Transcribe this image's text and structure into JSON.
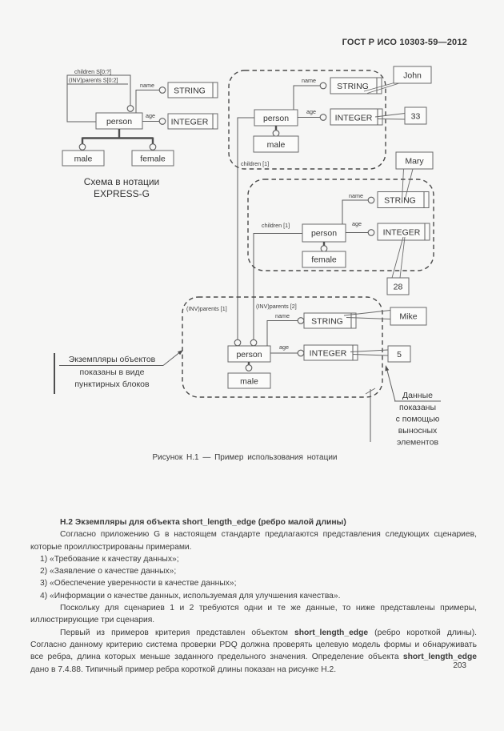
{
  "header": {
    "standard": "ГОСТ Р ИСО 10303-59—2012"
  },
  "figure": {
    "schema": {
      "relation_children": "children S[0:?]",
      "relation_parents": "(INV)parents S[0:2]",
      "attr_name": "name",
      "attr_age": "age",
      "entity_person": "person",
      "type_string": "STRING",
      "type_integer": "INTEGER",
      "entity_male": "male",
      "entity_female": "female",
      "caption_line1": "Схема в нотации",
      "caption_line2": "EXPRESS-G"
    },
    "instance1": {
      "person": "person",
      "male": "male",
      "attr_name": "name",
      "attr_age": "age",
      "type_string": "STRING",
      "type_integer": "INTEGER",
      "name_value": "John",
      "age_value": "33",
      "relation": "children [1]"
    },
    "instance2": {
      "person": "person",
      "female": "female",
      "attr_name": "name",
      "attr_age": "age",
      "type_string": "STRING",
      "type_integer": "INTEGER",
      "name_value": "Mary",
      "age_value": "28",
      "relation": "children [1]"
    },
    "instance3": {
      "person": "person",
      "male": "male",
      "attr_name": "name",
      "attr_age": "age",
      "type_string": "STRING",
      "type_integer": "INTEGER",
      "name_value": "Mike",
      "age_value": "5",
      "relation_parents1": "(INV)parents [1]",
      "relation_parents2": "(INV)parents [2]"
    },
    "annotation_left": {
      "line1": "Экземпляры объектов",
      "line2": "показаны в виде",
      "line3": "пунктирных блоков"
    },
    "annotation_right": {
      "line1": "Данные",
      "line2": "показаны",
      "line3": "с помощью",
      "line4": "выносных",
      "line5": "элементов"
    },
    "caption": "Рисунок Н.1 — Пример использования нотации"
  },
  "section": {
    "heading": "Н.2 Экземпляры для объекта short_length_edge (ребро малой длины)",
    "para1": "Согласно приложению G в настоящем стандарте предлагаются представления следующих сценариев, которые проиллюстрированы примерами.",
    "list": [
      "1) «Требование к качеству данных»;",
      "2) «Заявление о качестве данных»;",
      "3) «Обеспечение уверенности в качестве данных»;",
      "4) «Информации о качестве данных, используемая для улучшения качества»."
    ],
    "para2": "Поскольку для сценариев 1 и 2 требуются одни и те же данные, то ниже представлены примеры, иллюстрирующие три сценария.",
    "para3": [
      "Первый из примеров критерия представлен объектом ",
      "short_length_edge",
      " (ребро короткой длины). Согласно данному критерию система проверки PDQ должна проверять целевую модель формы и обнаруживать все ребра, длина которых меньше заданного предельного значения. Определение объекта ",
      "short_length_edge",
      " дано в 7.4.88. Типичный пример ребра короткой длины показан на рисунке Н.2."
    ]
  },
  "page_number": "203"
}
